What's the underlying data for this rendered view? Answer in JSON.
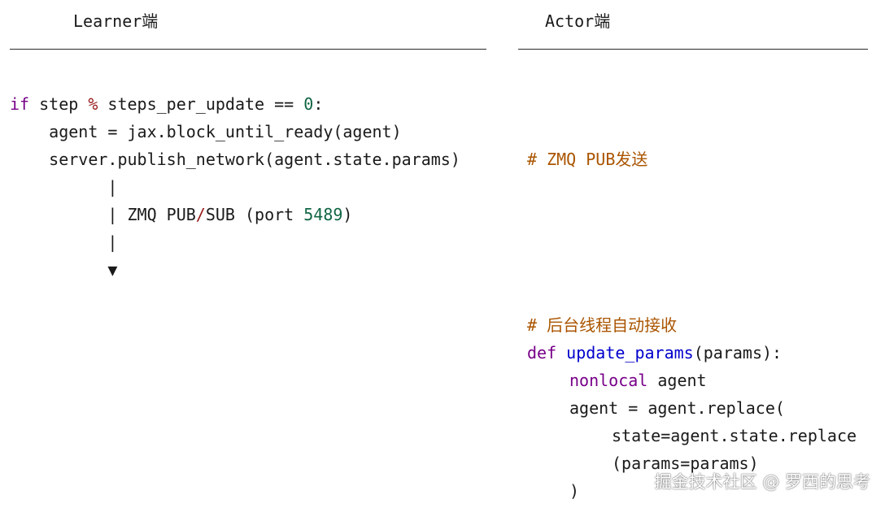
{
  "headers": {
    "learner": "Learner端",
    "actor": "Actor端"
  },
  "learner": {
    "l1": {
      "kw_if": "if",
      "t1": " step ",
      "op": "%",
      "t2": " steps_per_update == ",
      "num": "0",
      "t3": ":"
    },
    "l2": {
      "text": "    agent = jax.block_until_ready(agent)"
    },
    "l3": {
      "text": "    server.publish_network(agent.state.params)"
    },
    "l4": {
      "text": "          |"
    },
    "l5": {
      "t1": "          | ZMQ PUB",
      "op": "/",
      "t2": "SUB (port ",
      "num": "5489",
      "t3": ")"
    },
    "l6": {
      "text": "          |"
    },
    "l7": {
      "text": "          ▼"
    }
  },
  "actor": {
    "comment1": "# ZMQ PUB发送",
    "comment2": "# 后台线程自动接收",
    "def_kw": "def",
    "fn_name": "update_params",
    "def_rest": "(params):",
    "nonlocal_kw": "nonlocal",
    "nonlocal_rest": " agent",
    "l_assign": "agent = agent.replace(",
    "l_state": "state=agent.state.replace",
    "l_params": "(params=params)",
    "l_close": ")"
  },
  "watermark": "掘金技术社区 @ 罗西的思考",
  "colors": {
    "keyword": "#770088",
    "function": "#0000cc",
    "number": "#116644",
    "operator": "#981a1a",
    "comment": "#aa5500"
  }
}
